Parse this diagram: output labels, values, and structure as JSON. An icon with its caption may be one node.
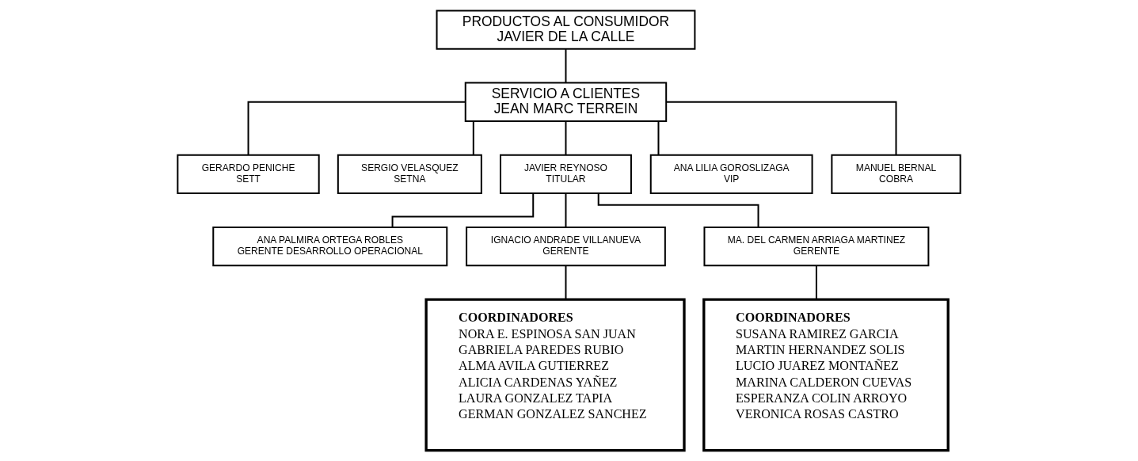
{
  "diagram": {
    "nodes": [
      {
        "text": [
          "PRODUCTOS AL CONSUMIDOR",
          "JAVIER DE LA CALLE"
        ]
      },
      {
        "text": [
          "SERVICIO A CLIENTES",
          "JEAN MARC TERREIN"
        ]
      },
      {
        "text": [
          "GERARDO PENICHE",
          "SETT"
        ]
      },
      {
        "text": [
          "SERGIO VELASQUEZ",
          "SETNA"
        ]
      },
      {
        "text": [
          "JAVIER REYNOSO",
          "TITULAR"
        ]
      },
      {
        "text": [
          "ANA LILIA GOROSLIZAGA",
          "VIP"
        ]
      },
      {
        "text": [
          "MANUEL BERNAL",
          "COBRA"
        ]
      },
      {
        "text": [
          "ANA PALMIRA ORTEGA ROBLES",
          "GERENTE DESARROLLO OPERACIONAL"
        ]
      },
      {
        "text": [
          "IGNACIO ANDRADE VILLANUEVA",
          "GERENTE"
        ]
      },
      {
        "text": [
          "MA. DEL CARMEN ARRIAGA MARTINEZ",
          "GERENTE"
        ]
      },
      {
        "text": [
          "COORDINADORES",
          "NORA E. ESPINOSA SAN JUAN",
          "GABRIELA PAREDES RUBIO",
          "ALMA AVILA GUTIERREZ",
          "ALICIA CARDENAS YAÑEZ",
          "LAURA GONZALEZ TAPIA",
          "GERMAN GONZALEZ SANCHEZ"
        ]
      },
      {
        "text": [
          "COORDINADORES",
          "SUSANA RAMIREZ GARCIA",
          "MARTIN HERNANDEZ SOLIS",
          "LUCIO JUAREZ MONTAÑEZ",
          "MARINA CALDERON CUEVAS",
          "ESPERANZA COLIN ARROYO",
          "VERONICA ROSAS CASTRO"
        ]
      }
    ],
    "edges": [
      {
        "from": 0,
        "to": 1,
        "arrow": "none"
      },
      {
        "from": 1,
        "to": 2,
        "arrow": "none"
      },
      {
        "from": 1,
        "to": 3,
        "arrow": "none"
      },
      {
        "from": 1,
        "to": 4,
        "arrow": "none"
      },
      {
        "from": 1,
        "to": 5,
        "arrow": "none"
      },
      {
        "from": 1,
        "to": 6,
        "arrow": "none"
      },
      {
        "from": 4,
        "to": 7,
        "arrow": "none"
      },
      {
        "from": 4,
        "to": 8,
        "arrow": "none"
      },
      {
        "from": 4,
        "to": 9,
        "arrow": "none"
      },
      {
        "from": 8,
        "to": 10,
        "arrow": "none"
      },
      {
        "from": 9,
        "to": 11,
        "arrow": "none"
      }
    ]
  }
}
